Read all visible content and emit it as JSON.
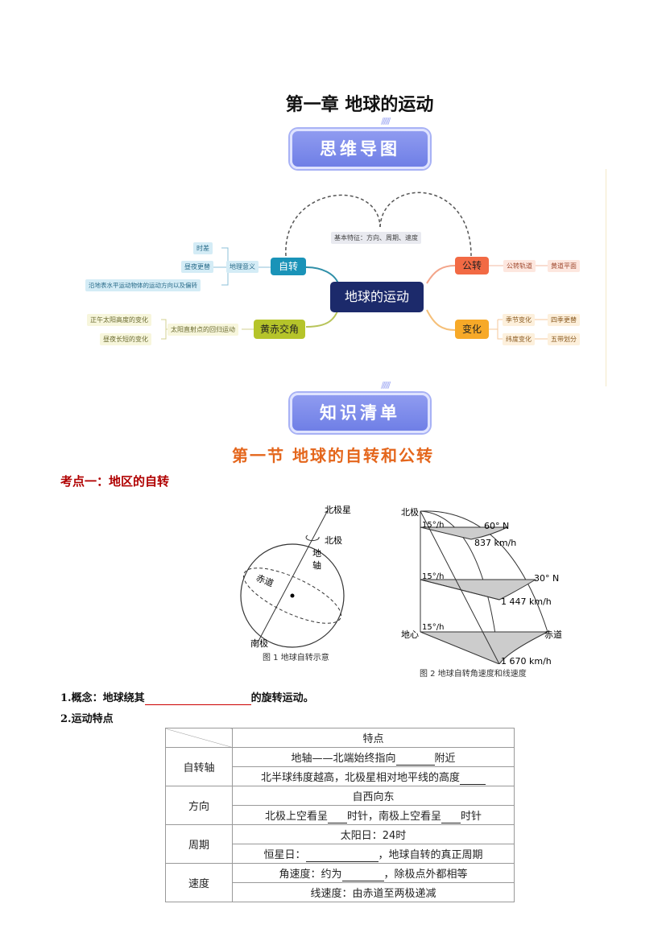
{
  "title": "第一章  地球的运动",
  "banner1": "思维导图",
  "banner2": "知识清单",
  "mindmap": {
    "center": "地球的运动",
    "rotation": "自转",
    "revolution": "公转",
    "obliquity": "黄赤交角",
    "change": "变化",
    "basic": "基本特征：方向、周期、速度",
    "geo_meaning": "地理意义",
    "rot_items": [
      "时差",
      "昼夜更替",
      "沿地表水平运动物体的运动方向以及偏转"
    ],
    "direct_sun": "太阳直射点的回归运动",
    "obl_items": [
      "正午太阳高度的变化",
      "昼夜长短的变化"
    ],
    "orbit": "公转轨道",
    "ecliptic": "黄道平面",
    "season_change": "季节变化",
    "four_seasons": "四季更替",
    "lat_change": "纬度变化",
    "five_zones": "五带划分"
  },
  "section": "第一节  地球的自转和公转",
  "kaodian": "考点一：地区的自转",
  "fig1": {
    "polaris": "北极星",
    "north": "北极",
    "axis": "地轴",
    "equator": "赤道",
    "south": "南极",
    "caption": "图 1 地球自转示意"
  },
  "fig2": {
    "north": "北极",
    "center": "地心",
    "equator": "赤道",
    "ang": "15°/h",
    "lat60": "60° N",
    "lat30": "30° N",
    "v60": "837 km/h",
    "v30": "1 447 km/h",
    "v0": "1 670 km/h",
    "caption": "图 2 地球自转角速度和线速度"
  },
  "q1_pre": "1.概念：地球绕其",
  "q1_post": "的旋转运动。",
  "q2": "2.运动特点",
  "table": {
    "header": "特点",
    "rows": [
      {
        "label": "自转轴",
        "lines": [
          "地轴——北端始终指向",
          "附近",
          "北半球纬度越高，北极星相对地平线的高度"
        ]
      },
      {
        "label": "方向",
        "lines": [
          "自西向东",
          "北极上空看呈",
          "时针，南极上空看呈",
          "时针"
        ]
      },
      {
        "label": "周期",
        "lines": [
          "太阳日：24时",
          "恒星日：",
          "，地球自转的真正周期"
        ]
      },
      {
        "label": "速度",
        "lines": [
          "角速度：约为",
          "，除极点外都相等",
          "线速度：由赤道至两极递减"
        ]
      }
    ]
  }
}
